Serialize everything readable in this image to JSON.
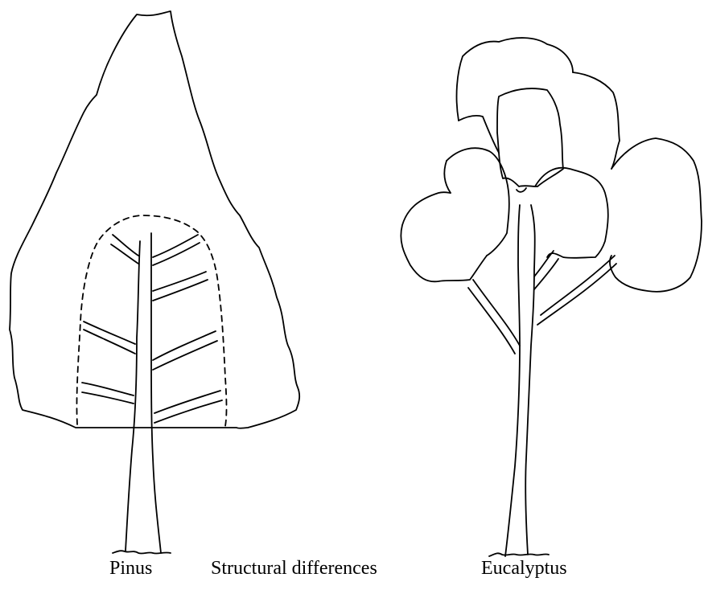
{
  "labels": {
    "left_tree": "Pinus",
    "center": "Structural differences",
    "right_tree": "Eucalyptus"
  },
  "colors": {
    "line": "#000000",
    "background": "#ffffff"
  }
}
